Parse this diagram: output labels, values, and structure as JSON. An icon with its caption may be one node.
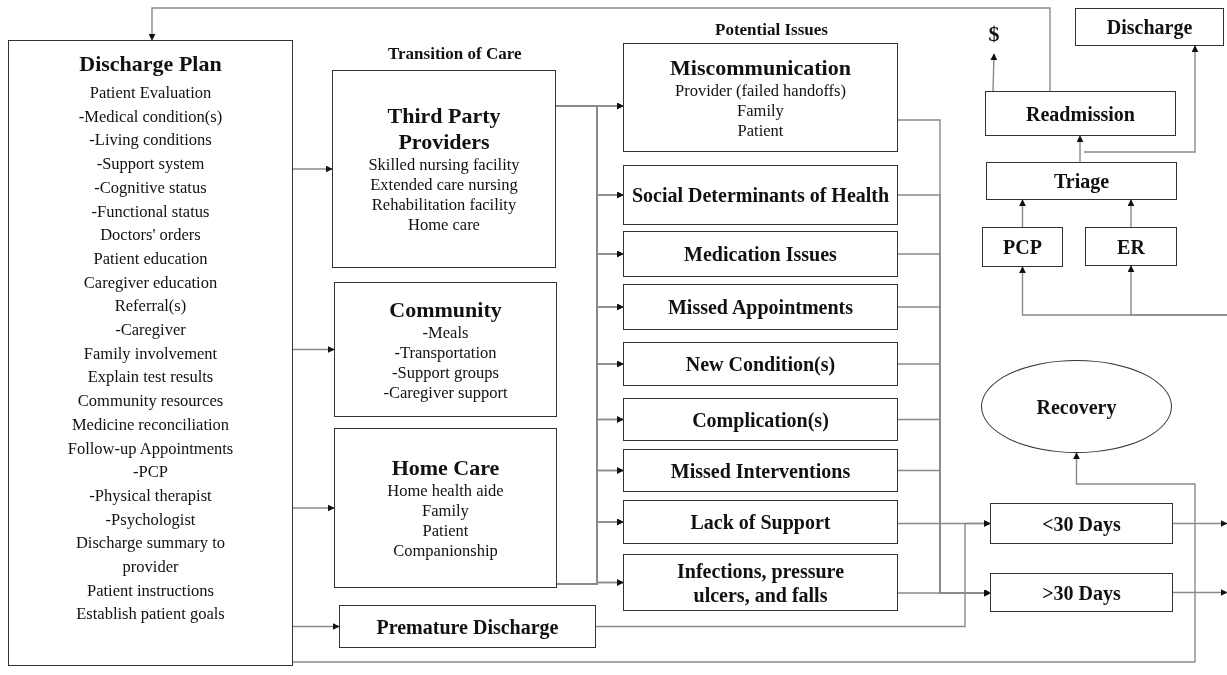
{
  "diagram": {
    "nodes": [
      {
        "text": [
          "Discharge Plan",
          "Patient Evaluation",
          "-Medical condition(s)",
          "-Living conditions",
          "-Support system",
          "-Cognitive status",
          "-Functional status",
          "Doctors' orders",
          "Patient education",
          "Caregiver education",
          "Referral(s)",
          "-Caregiver",
          "Family involvement",
          "Explain test results",
          "Community resources",
          "Medicine reconciliation",
          "Follow-up Appointments",
          "-PCP",
          "-Physical therapist",
          "-Psychologist",
          "Discharge summary to provider",
          "Patient instructions",
          "Establish patient goals"
        ]
      },
      {
        "text": [
          "Third Party Providers",
          "Skilled nursing facility",
          "Extended care nursing",
          "Rehabilitation facility",
          "Home care"
        ]
      },
      {
        "text": [
          "Community",
          "-Meals",
          "-Transportation",
          "-Support groups",
          "-Caregiver support"
        ]
      },
      {
        "text": [
          "Home Care",
          "Home health aide",
          "Family",
          "Patient",
          "Companionship"
        ]
      },
      {
        "text": [
          "Premature Discharge"
        ]
      },
      {
        "text": [
          "Miscommunication",
          "Provider (failed handoffs)",
          "Family",
          "Patient"
        ]
      },
      {
        "text": [
          "Social Determinants of Health"
        ]
      },
      {
        "text": [
          "Medication Issues"
        ]
      },
      {
        "text": [
          "Missed Appointments"
        ]
      },
      {
        "text": [
          "New Condition(s)"
        ]
      },
      {
        "text": [
          "Complication(s)"
        ]
      },
      {
        "text": [
          "Missed Interventions"
        ]
      },
      {
        "text": [
          "Lack of Support"
        ]
      },
      {
        "text": [
          "Infections, pressure ulcers, and falls"
        ]
      },
      {
        "text": [
          "$"
        ]
      },
      {
        "text": [
          "Discharge"
        ]
      },
      {
        "text": [
          "Readmission"
        ]
      },
      {
        "text": [
          "Triage"
        ]
      },
      {
        "text": [
          "PCP"
        ]
      },
      {
        "text": [
          "ER"
        ]
      },
      {
        "text": [
          "Recovery"
        ]
      },
      {
        "text": [
          "<30 Days"
        ]
      },
      {
        "text": [
          ">30 Days"
        ]
      }
    ],
    "edges": [
      {
        "from": 0,
        "to": 1,
        "arrow": "to"
      },
      {
        "from": 0,
        "to": 2,
        "arrow": "to"
      },
      {
        "from": 0,
        "to": 3,
        "arrow": "to"
      },
      {
        "from": 0,
        "to": 4,
        "arrow": "to"
      },
      {
        "from": 1,
        "to": 5,
        "arrow": "to"
      },
      {
        "from": 1,
        "to": 6,
        "arrow": "to"
      },
      {
        "from": 1,
        "to": 7,
        "arrow": "to"
      },
      {
        "from": 1,
        "to": 8,
        "arrow": "to"
      },
      {
        "from": 1,
        "to": 9,
        "arrow": "to"
      },
      {
        "from": 1,
        "to": 10,
        "arrow": "to"
      },
      {
        "from": 1,
        "to": 11,
        "arrow": "to"
      },
      {
        "from": 1,
        "to": 12,
        "arrow": "to"
      },
      {
        "from": 1,
        "to": 13,
        "arrow": "to"
      },
      {
        "from": 3,
        "to": 5,
        "arrow": "to"
      },
      {
        "from": 3,
        "to": 6,
        "arrow": "to"
      },
      {
        "from": 3,
        "to": 7,
        "arrow": "to"
      },
      {
        "from": 3,
        "to": 8,
        "arrow": "to"
      },
      {
        "from": 3,
        "to": 9,
        "arrow": "to"
      },
      {
        "from": 3,
        "to": 10,
        "arrow": "to"
      },
      {
        "from": 3,
        "to": 11,
        "arrow": "to"
      },
      {
        "from": 3,
        "to": 12,
        "arrow": "to"
      },
      {
        "from": 3,
        "to": 13,
        "arrow": "to"
      },
      {
        "from": 5,
        "to": 22,
        "arrow": "to"
      },
      {
        "from": 6,
        "to": 22,
        "arrow": "to"
      },
      {
        "from": 7,
        "to": 22,
        "arrow": "to"
      },
      {
        "from": 8,
        "to": 22,
        "arrow": "to"
      },
      {
        "from": 9,
        "to": 22,
        "arrow": "to"
      },
      {
        "from": 10,
        "to": 22,
        "arrow": "to"
      },
      {
        "from": 11,
        "to": 22,
        "arrow": "to"
      },
      {
        "from": 13,
        "to": 22,
        "arrow": "to"
      },
      {
        "from": 12,
        "to": 21,
        "arrow": "to"
      },
      {
        "from": 4,
        "to": 21,
        "arrow": "to"
      },
      {
        "from": 21,
        "to": null,
        "arrow": "to"
      },
      {
        "from": 22,
        "to": null,
        "arrow": "to"
      },
      {
        "from": null,
        "to": 18,
        "arrow": "to"
      },
      {
        "from": null,
        "to": 19,
        "arrow": "to"
      },
      {
        "from": 18,
        "to": 17,
        "arrow": "to"
      },
      {
        "from": 19,
        "to": 17,
        "arrow": "to"
      },
      {
        "from": 17,
        "to": 16,
        "arrow": "to"
      },
      {
        "from": 17,
        "to": 15,
        "arrow": "to"
      },
      {
        "from": 16,
        "to": 14,
        "arrow": "to"
      },
      {
        "from": 16,
        "to": 0,
        "arrow": "to"
      },
      {
        "from": 0,
        "to": 20,
        "arrow": "to"
      }
    ],
    "labels": [
      "Transition of Care",
      "Potential Issues"
    ]
  }
}
